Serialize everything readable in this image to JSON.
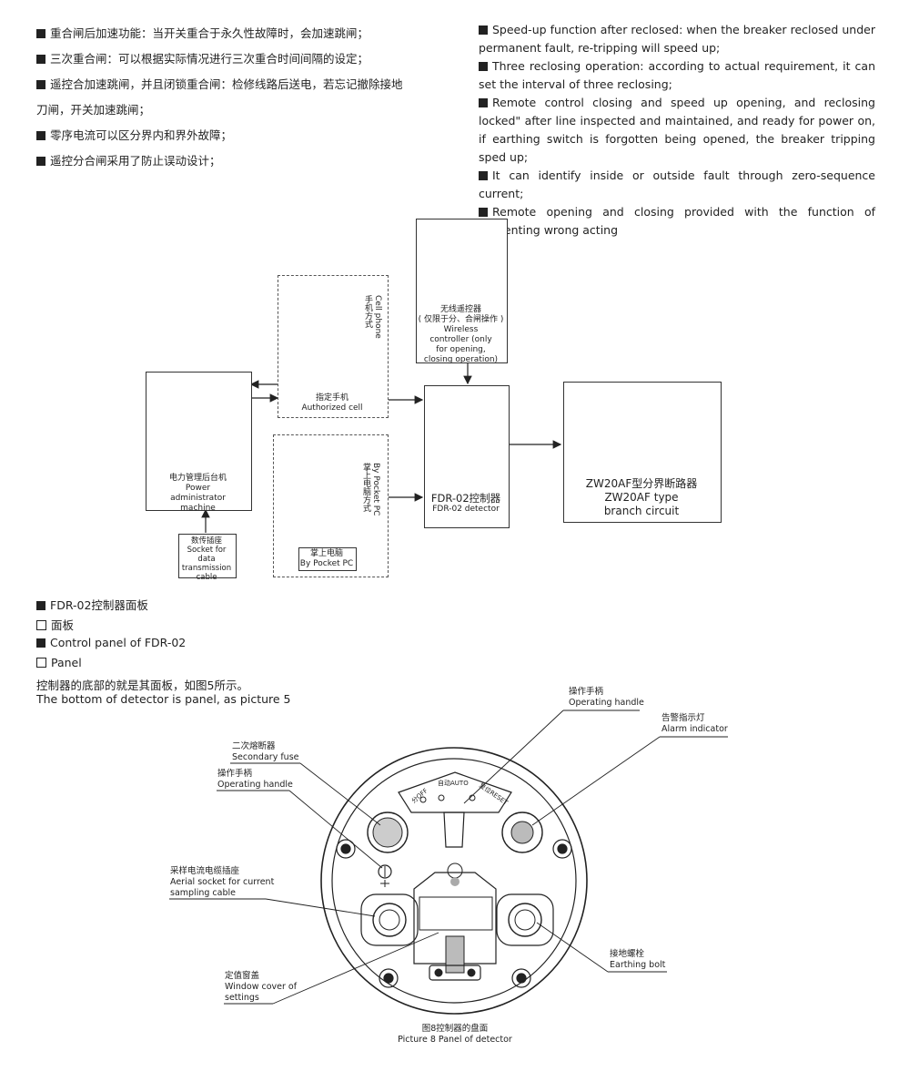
{
  "cn_features": [
    "重合闸后加速功能：当开关重合于永久性故障时，会加速跳闸；",
    "三次重合闸：可以根据实际情况进行三次重合时间间隔的设定；",
    "遥控合加速跳闸，并且闭锁重合闸：检修线路后送电，若忘记撤除接地",
    "刀闸，开关加速跳闸；",
    "零序电流可以区分界内和界外故障；",
    "遥控分合闸采用了防止误动设计；"
  ],
  "en_features": [
    "Speed-up function after reclosed: when the breaker reclosed under permanent fault, re-tripping will speed up;",
    "Three reclosing operation: according to actual requirement, it can set the interval of three reclosing;",
    "Remote control closing and speed up opening, and reclosing locked\" after line inspected and maintained, and ready for power on, if earthing switch is forgotten being opened, the breaker tripping sped up;",
    "It can identify inside or outside fault through zero-sequence current;",
    "Remote opening and closing provided with the function of preventing wrong acting"
  ],
  "diagram": {
    "wireless_cn": "无线遥控器",
    "wireless_cn2": "( 仅限于分、合闸操作 )",
    "wireless_en": "Wireless controller (only for opening, closing operation)",
    "phone_vertical_cn": "手机方式",
    "phone_vertical_en": "Cell phone",
    "authorized_cn": "指定手机",
    "authorized_en": "Authorized cell",
    "admin_cn": "电力管理后台机",
    "admin_en": "Power administrator machine",
    "socket_cn": "数传插座",
    "socket_en": "Socket for data transmission cable",
    "pocket_vertical_cn": "掌上电脑方式",
    "pocket_vertical_en": "By Pocket PC",
    "pocket_cn": "掌上电脑",
    "pocket_en": "By Pocket PC",
    "fdr_cn": "FDR-02控制器",
    "fdr_en": "FDR-02 detector",
    "zw_cn": "ZW20AF型分界断路器",
    "zw_en": "ZW20AF type branch circuit"
  },
  "section": {
    "l1": "FDR-02控制器面板",
    "l2": "面板",
    "l3": "Control panel of FDR-02",
    "l4": "Panel",
    "l5": "控制器的底部的就是其面板，如图5所示。",
    "l6": "The bottom of detector is panel, as picture 5"
  },
  "panel": {
    "op_handle_top_cn": "操作手柄",
    "op_handle_top_en": "Operating handle",
    "alarm_cn": "告警指示灯",
    "alarm_en": "Alarm indicator",
    "fuse_cn": "二次熔断器",
    "fuse_en": "Secondary fuse",
    "op_handle_cn": "操作手柄",
    "op_handle_en": "Operating handle",
    "aerial_cn": "采样电流电缆插座",
    "aerial_en1": "Aerial socket for current",
    "aerial_en2": "sampling cable",
    "earth_cn": "接地螺栓",
    "earth_en": "Earthing bolt",
    "window_cn": "定值窗盖",
    "window_en1": "Window cover of",
    "window_en2": "settings",
    "dial_auto": "自动AUTO",
    "dial_off": "分OFF",
    "dial_reset": "复位RESET",
    "caption_cn": "图8控制器的盘面",
    "caption_en": "Picture 8 Panel of detector"
  }
}
